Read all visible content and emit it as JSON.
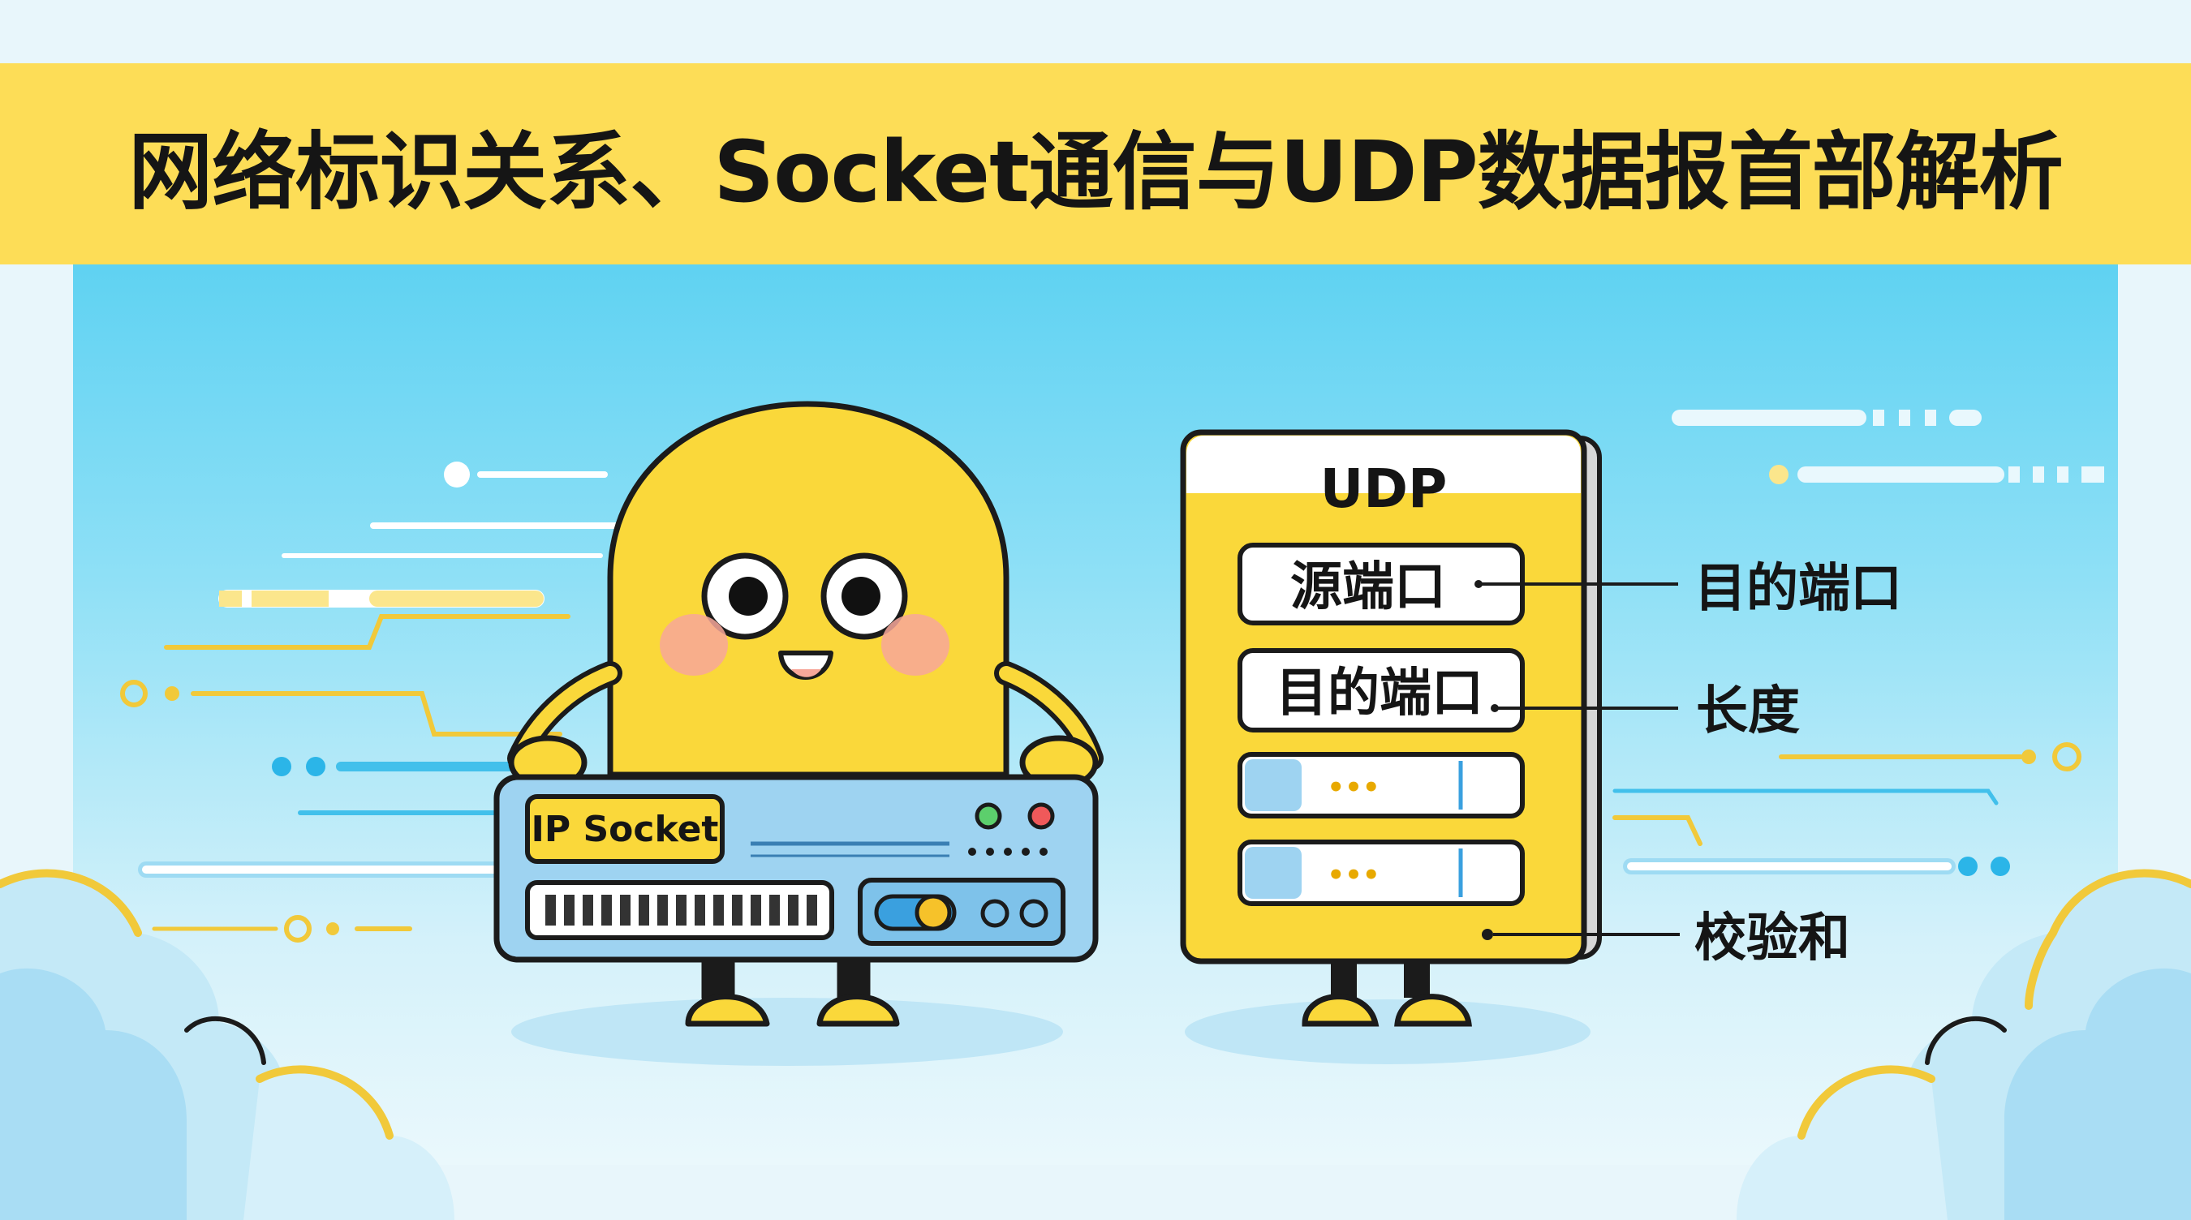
{
  "title": "网络标识关系、Socket通信与UDP数据报首部解析",
  "socket_box": {
    "label": "IP Socket"
  },
  "udp_card": {
    "heading": "UDP",
    "fields": [
      {
        "label": "源端口"
      },
      {
        "label": "目的端口"
      },
      {
        "label": "•••"
      },
      {
        "label": "•••"
      }
    ]
  },
  "callouts": [
    {
      "label": "目的端口"
    },
    {
      "label": "长度"
    },
    {
      "label": "校验和"
    }
  ],
  "colors": {
    "banner": "#fddd57",
    "character": "#fad83a",
    "outline": "#1b1b1b",
    "box_blue": "#9ed3f1",
    "sky": "#6fd6f2"
  }
}
